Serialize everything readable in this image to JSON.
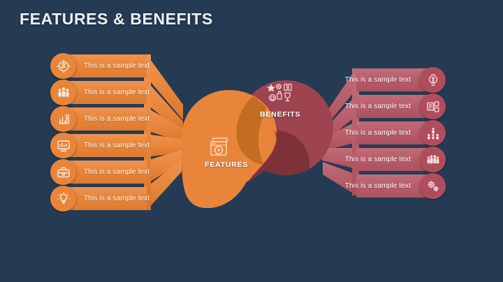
{
  "slide": {
    "title": "FEATURES & BENEFITS",
    "background_color": "#253b54"
  },
  "center": {
    "features": {
      "label": "FEATURES",
      "icon": "window-gear-icon",
      "color": "#e8853a",
      "shadow_color": "#c06a1e"
    },
    "benefits": {
      "label": "BENEFITS",
      "icon": "benefits-cluster-icon",
      "color": "#9e4450",
      "shadow_color": "#7d3038"
    }
  },
  "left_column": {
    "accent_color": "#e8853a",
    "items": [
      {
        "text": "This is a sample text",
        "icon": "handshake-gear-icon"
      },
      {
        "text": "This is a sample text",
        "icon": "team-group-icon"
      },
      {
        "text": "This is a sample text",
        "icon": "presenter-chart-icon"
      },
      {
        "text": "This is a sample text",
        "icon": "monitor-analytics-icon"
      },
      {
        "text": "This is a sample text",
        "icon": "briefcase-settings-icon"
      },
      {
        "text": "This is a sample text",
        "icon": "idea-bulb-icon"
      }
    ]
  },
  "right_column": {
    "accent_color": "#b85c68",
    "items": [
      {
        "text": "This is a sample text",
        "icon": "brain-network-icon"
      },
      {
        "text": "This is a sample text",
        "icon": "document-share-icon"
      },
      {
        "text": "This is a sample text",
        "icon": "people-network-icon"
      },
      {
        "text": "This is a sample text",
        "icon": "crowd-group-icon"
      },
      {
        "text": "This is a sample text",
        "icon": "gear-cluster-icon"
      }
    ]
  }
}
